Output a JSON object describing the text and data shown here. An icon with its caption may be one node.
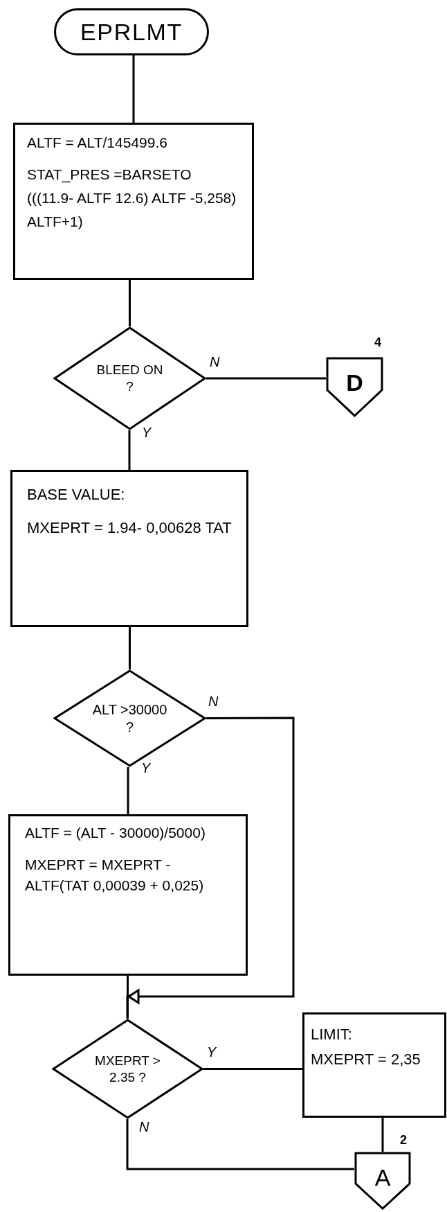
{
  "diagram": {
    "nodes": [
      {
        "text": [
          "EPRLMT"
        ]
      },
      {
        "text": [
          "ALTF = ALT/145499.6",
          "STAT_PRES =BARSETO (((11.9- ALTF 12.6) ALTF -5,258) ALTF+1)"
        ]
      },
      {
        "text": [
          "BLEED ON ?"
        ]
      },
      {
        "text": [
          "D"
        ],
        "beside": [
          "4"
        ]
      },
      {
        "text": [
          "BASE VALUE:",
          "MXEPRT = 1.94- 0,00628 TAT"
        ]
      },
      {
        "text": [
          "ALT >30000 ?"
        ]
      },
      {
        "text": [
          "ALTF = (ALT - 30000)/5000)",
          "MXEPRT = MXEPRT - ALTF(TAT 0,00039 + 0,025)"
        ]
      },
      {
        "text": [
          "MXEPRT > 2.35 ?"
        ]
      },
      {
        "text": [
          "LIMIT:",
          "MXEPRT = 2,35"
        ]
      },
      {
        "text": [
          "A"
        ],
        "beside": [
          "2"
        ]
      }
    ],
    "edges": [
      {
        "from": 0,
        "to": 1,
        "arrow": "none"
      },
      {
        "from": 1,
        "to": 2,
        "arrow": "none"
      },
      {
        "from": 2,
        "to": 3,
        "arrow": "none",
        "label": "N"
      },
      {
        "from": 2,
        "to": 4,
        "arrow": "none",
        "label": "Y"
      },
      {
        "from": 4,
        "to": 5,
        "arrow": "none"
      },
      {
        "from": 5,
        "to": 6,
        "arrow": "none",
        "label": "Y"
      },
      {
        "from": 5,
        "to": 7,
        "arrow": "to",
        "label": "N"
      },
      {
        "from": 6,
        "to": 7,
        "arrow": "none"
      },
      {
        "from": 7,
        "to": 8,
        "arrow": "none",
        "label": "Y"
      },
      {
        "from": 7,
        "to": 9,
        "arrow": "none",
        "label": "N"
      },
      {
        "from": 8,
        "to": 9,
        "arrow": "none"
      }
    ]
  }
}
